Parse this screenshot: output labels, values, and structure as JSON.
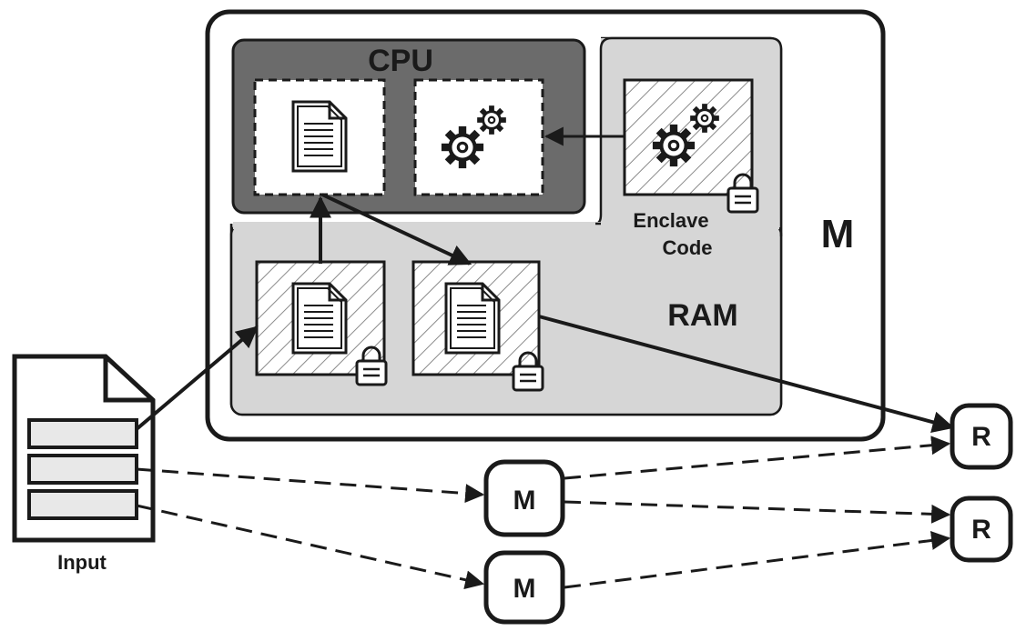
{
  "labels": {
    "cpu": "CPU",
    "machine": "M",
    "ram": "RAM",
    "enclave_line1": "Enclave",
    "enclave_line2": "Code",
    "input": "Input",
    "mapper_1": "M",
    "mapper_2": "M",
    "reducer_1": "R",
    "reducer_2": "R"
  },
  "colors": {
    "cpu_fill": "#6b6b6b",
    "ram_fill": "#d6d6d6",
    "hatch": "#8a8a8a",
    "stroke": "#1a1a1a",
    "white": "#ffffff"
  },
  "icons": {
    "cpu_doc": "document-icon",
    "cpu_gears": "gears-icon",
    "enclave_gears": "gears-icon",
    "enclave_lock": "lock-icon",
    "ram_doc_in": "document-icon",
    "ram_doc_out": "document-icon",
    "ram_lock_in": "lock-icon",
    "ram_lock_out": "lock-icon",
    "input_file": "file-icon"
  }
}
